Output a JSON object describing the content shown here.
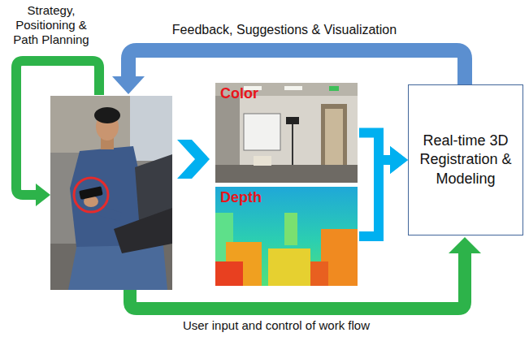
{
  "diagram": {
    "nodes": [
      {
        "text": [
          "Color"
        ]
      },
      {
        "text": [
          "Depth"
        ]
      },
      {
        "text": [
          "Real-time 3D Registration & Modeling"
        ]
      }
    ],
    "edges": [
      {
        "from": 0,
        "to": 2,
        "arrow": "to"
      },
      {
        "from": 1,
        "to": 2,
        "arrow": "to"
      }
    ],
    "labels": [
      "Strategy, Positioning & Path Planning",
      "Feedback, Suggestions & Visualization",
      "User input and control of work flow"
    ]
  }
}
